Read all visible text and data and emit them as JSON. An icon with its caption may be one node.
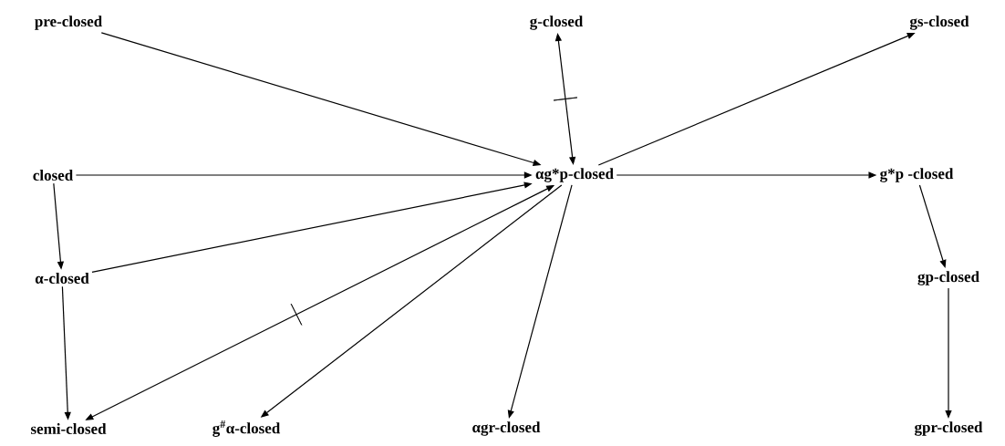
{
  "diagram": {
    "nodes": [
      {
        "text": [
          "pre-closed"
        ]
      },
      {
        "text": [
          "g-closed"
        ]
      },
      {
        "text": [
          "gs-closed"
        ]
      },
      {
        "text": [
          "closed"
        ]
      },
      {
        "text": [
          "αg*p-closed"
        ]
      },
      {
        "text": [
          "g*p -closed"
        ]
      },
      {
        "text": [
          "α-closed"
        ]
      },
      {
        "text": [
          "gp-closed"
        ]
      },
      {
        "text": [
          "semi-closed"
        ]
      },
      {
        "text": [
          "g$^{#}$α-closed"
        ]
      },
      {
        "text": [
          "αgr-closed"
        ]
      },
      {
        "text": [
          "gpr-closed"
        ]
      }
    ],
    "edges": [
      {
        "from": 0,
        "to": 4,
        "arrow": "to"
      },
      {
        "from": 1,
        "to": 4,
        "arrow": "both"
      },
      {
        "from": 4,
        "to": 2,
        "arrow": "to"
      },
      {
        "from": 3,
        "to": 4,
        "arrow": "to"
      },
      {
        "from": 4,
        "to": 5,
        "arrow": "to"
      },
      {
        "from": 6,
        "to": 4,
        "arrow": "to"
      },
      {
        "from": 8,
        "to": 4,
        "arrow": "both"
      },
      {
        "from": 4,
        "to": 9,
        "arrow": "to"
      },
      {
        "from": 4,
        "to": 10,
        "arrow": "to"
      },
      {
        "from": 3,
        "to": 6,
        "arrow": "to"
      },
      {
        "from": 6,
        "to": 8,
        "arrow": "to"
      },
      {
        "from": 5,
        "to": 7,
        "arrow": "to"
      },
      {
        "from": 7,
        "to": 11,
        "arrow": "to"
      }
    ]
  }
}
